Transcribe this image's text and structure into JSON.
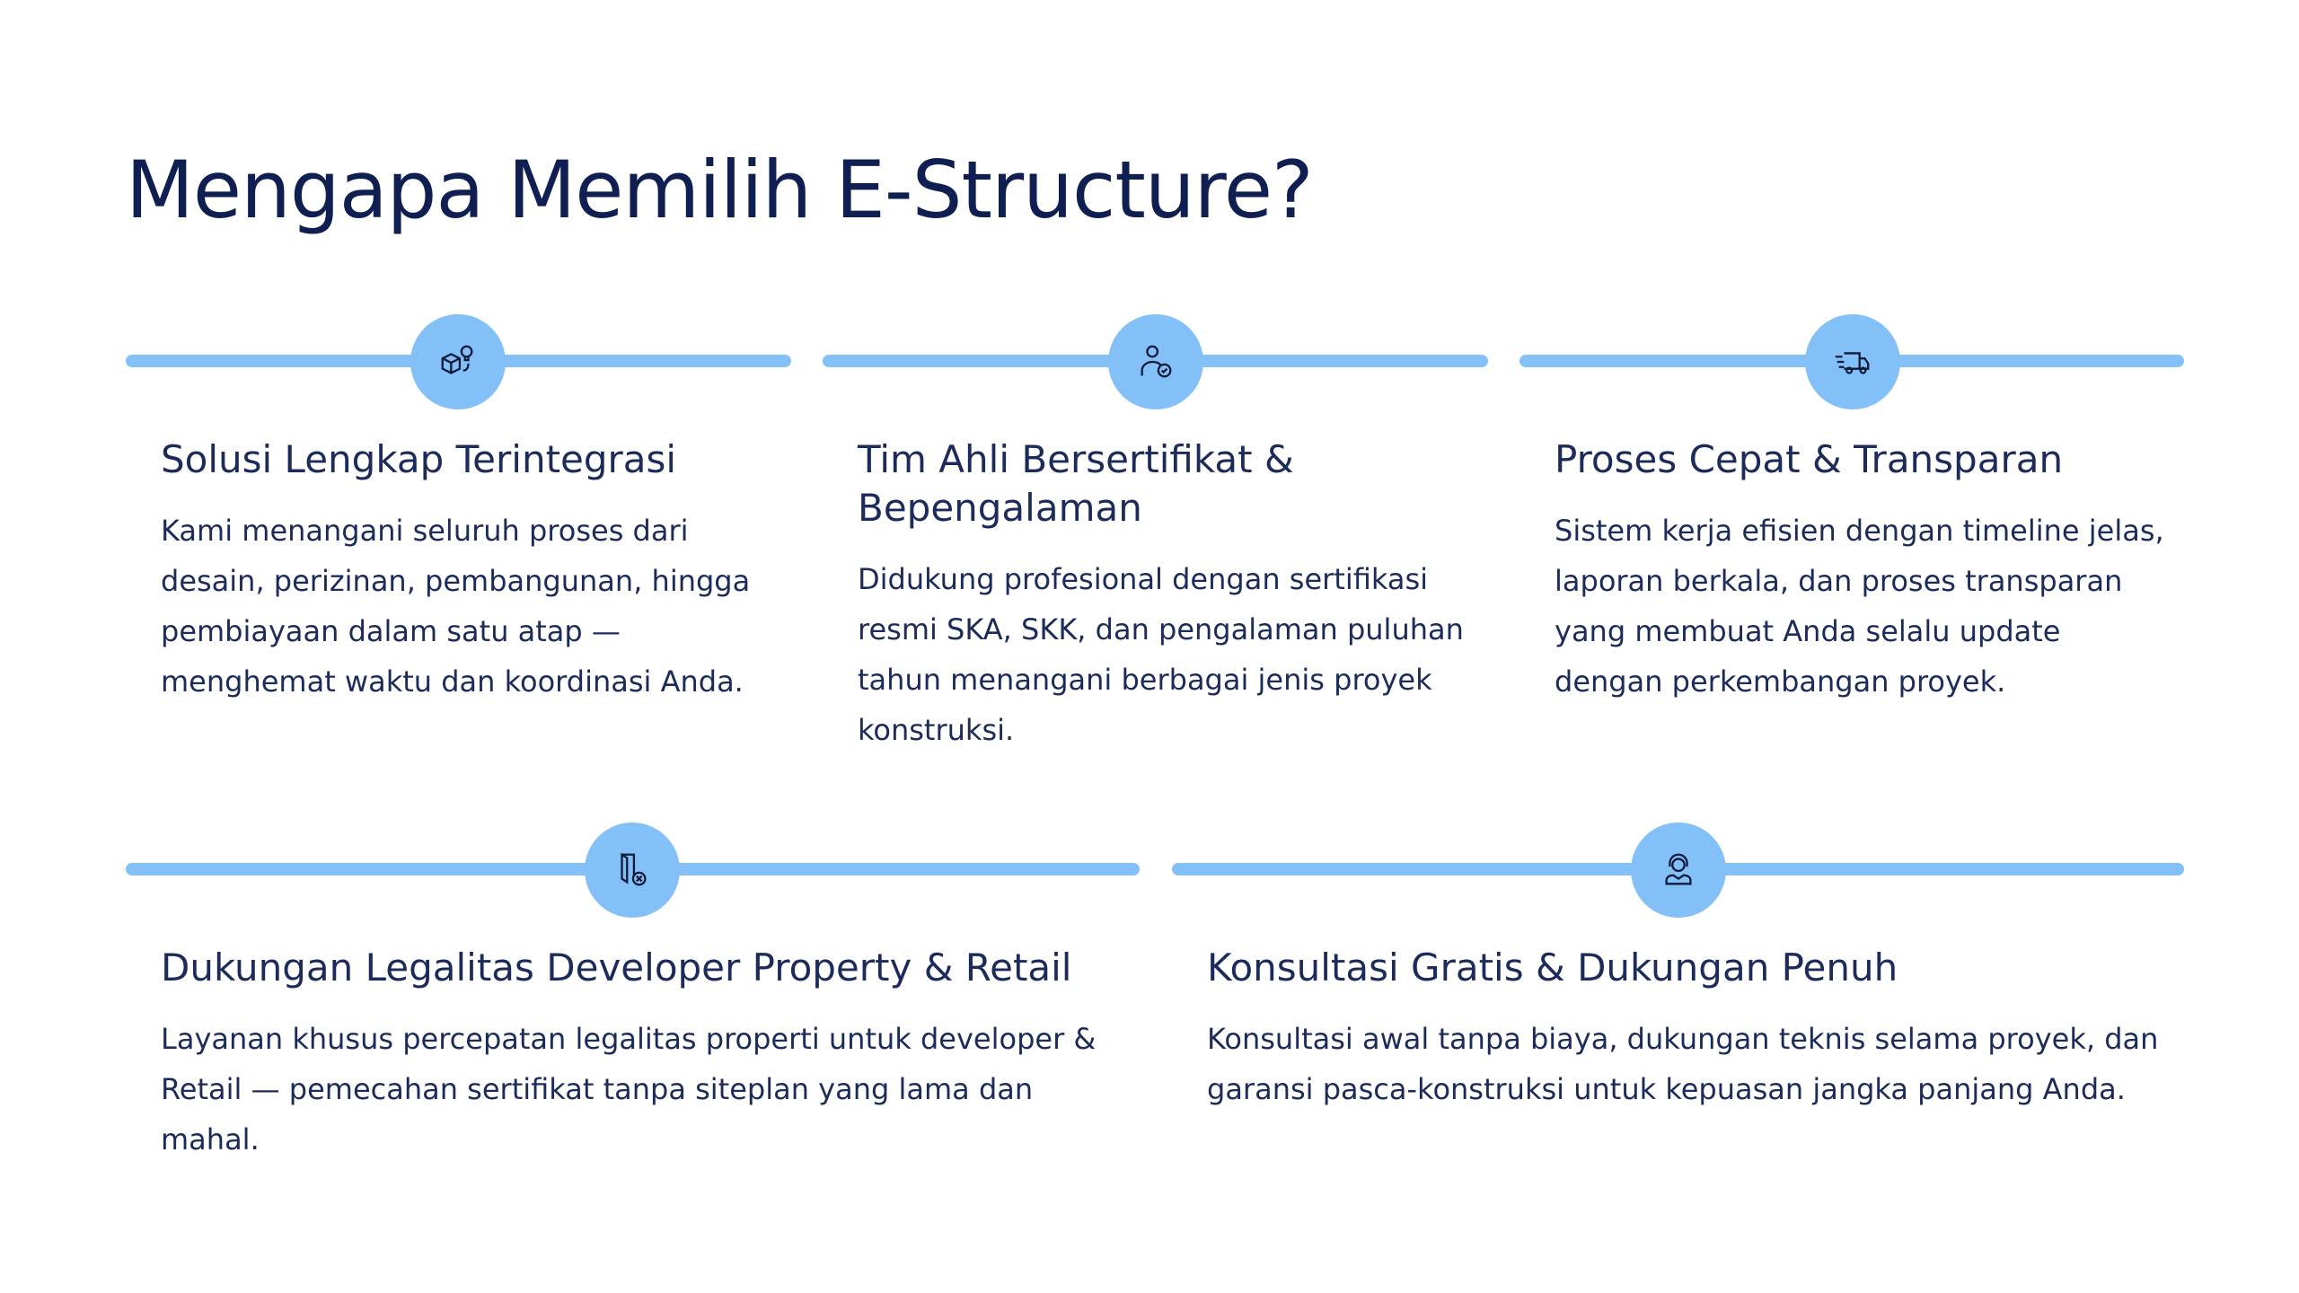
{
  "title": "Mengapa Memilih E-Structure?",
  "colors": {
    "accent": "#84c0f8",
    "text": "#1c2b5a",
    "title": "#101f52"
  },
  "cards": [
    {
      "icon": "box-lightbulb-icon",
      "heading": "Solusi Lengkap Terintegrasi",
      "body": "Kami menangani seluruh proses dari desain, perizinan, pembangunan, hingga pembiayaan dalam satu atap — menghemat waktu dan koordinasi Anda."
    },
    {
      "icon": "certified-person-icon",
      "heading": "Tim Ahli Bersertifikat & Bepengalaman",
      "body": "Didukung profesional dengan sertifikasi resmi SKA, SKK, dan pengalaman puluhan tahun menangani berbagai jenis proyek konstruksi."
    },
    {
      "icon": "fast-truck-icon",
      "heading": "Proses Cepat & Transparan",
      "body": "Sistem kerja efisien dengan timeline jelas, laporan berkala, dan proses transparan yang membuat Anda selalu update dengan perkembangan proyek."
    },
    {
      "icon": "document-x-icon",
      "heading": "Dukungan Legalitas Developer Property & Retail",
      "body": "Layanan khusus percepatan legalitas properti untuk developer & Retail — pemecahan sertifikat tanpa siteplan yang lama dan mahal."
    },
    {
      "icon": "headset-support-icon",
      "heading": "Konsultasi Gratis & Dukungan Penuh",
      "body": "Konsultasi awal tanpa biaya, dukungan teknis selama proyek, dan garansi pasca-konstruksi untuk kepuasan jangka panjang Anda."
    }
  ]
}
